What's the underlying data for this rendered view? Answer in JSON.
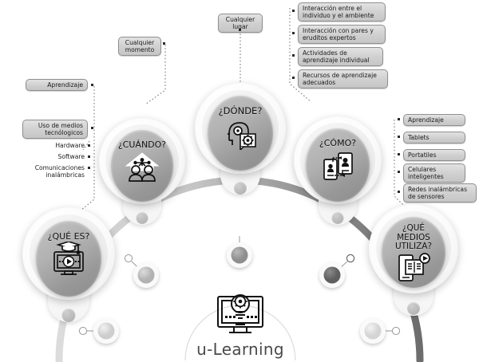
{
  "diagram": {
    "center": {
      "title": "u-Learning",
      "icon": "monitor-lightbulb-gear-icon"
    },
    "nodes": [
      {
        "id": "que-es",
        "label": "¿QUÉ ES?",
        "icon": "monitor-graduation-cap-play-icon"
      },
      {
        "id": "cuando",
        "label": "¿CUÁNDO?",
        "icon": "two-people-network-icon"
      },
      {
        "id": "donde",
        "label": "¿DÓNDE?",
        "icon": "head-profile-gear-icon"
      },
      {
        "id": "como",
        "label": "¿CÓMO?",
        "icon": "two-phones-exchange-icon"
      },
      {
        "id": "que-medios",
        "label": "¿QUÉ\nMEDIOS\nUTILIZA?",
        "icon": "tablet-book-play-icon"
      }
    ],
    "callouts": {
      "que_es": [
        {
          "text": "Aprendizaje",
          "style": "chip"
        },
        {
          "text": "Uso de medios\ntecnólogicos",
          "style": "chip"
        },
        {
          "text": "Hardware",
          "style": "plain"
        },
        {
          "text": "Software",
          "style": "plain"
        },
        {
          "text": "Comunicaciones\ninalámbricas",
          "style": "plain"
        }
      ],
      "cuando": [
        {
          "text": "Cualquier\nmomento",
          "style": "chip"
        }
      ],
      "donde": [
        {
          "text": "Cualquier\nlugar",
          "style": "chip"
        }
      ],
      "como": [
        {
          "text": "Interacción entre el\nindividuo y el ambiente",
          "style": "chip"
        },
        {
          "text": "Interacción con pares y\neruditos expertos",
          "style": "chip"
        },
        {
          "text": "Actividades de\naprendizaje individual",
          "style": "chip"
        },
        {
          "text": "Recursos de aprendizaje\nadecuados",
          "style": "chip"
        }
      ],
      "que_medios": [
        {
          "text": "Aprendizaje",
          "style": "chip"
        },
        {
          "text": "Tablets",
          "style": "chip"
        },
        {
          "text": "Portatiles",
          "style": "chip"
        },
        {
          "text": "Celulares\ninteligentes",
          "style": "chip"
        },
        {
          "text": "Redes inalámbricas\nde sensores",
          "style": "chip"
        }
      ]
    },
    "colors": {
      "chip_fill": "#cfcfcf",
      "chip_border": "#8f8f8f",
      "disc_light": "#c2c2c2",
      "disc_dark": "#8c8c8c",
      "title_text": "#4a4a4a",
      "arc_light": "#cfcfcf",
      "arc_dark": "#6d6d6d"
    }
  }
}
